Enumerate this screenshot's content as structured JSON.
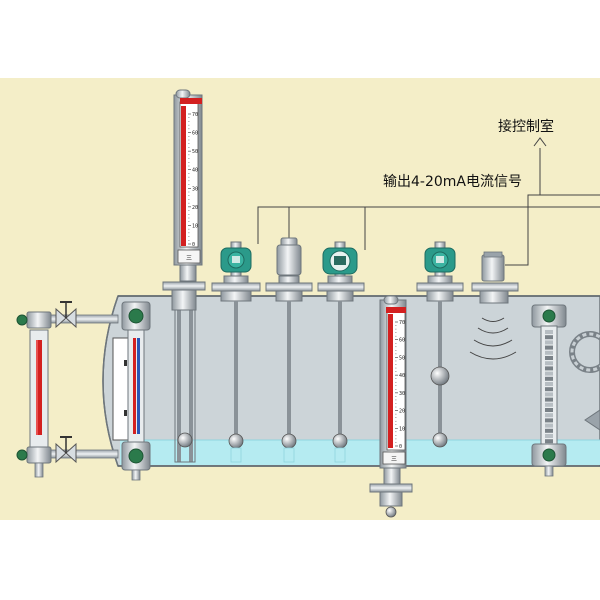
{
  "labels": {
    "control_room": "接控制室",
    "output_signal": "输出4-20mA电流信号"
  },
  "gauges": {
    "top_gauge": {
      "ticks": [
        "70",
        "60",
        "50",
        "40",
        "30",
        "20",
        "10",
        "0"
      ],
      "badge": "三"
    },
    "bottom_gauge": {
      "ticks": [
        "70",
        "60",
        "50",
        "40",
        "30",
        "20",
        "10",
        "0"
      ],
      "badge": "三"
    }
  },
  "colors": {
    "background": "#f4eec8",
    "tank_fill": "#ccd4d8",
    "liquid": "#b5ebf1",
    "red_scale": "#d32020",
    "transmitter": "#2b9a8a"
  }
}
